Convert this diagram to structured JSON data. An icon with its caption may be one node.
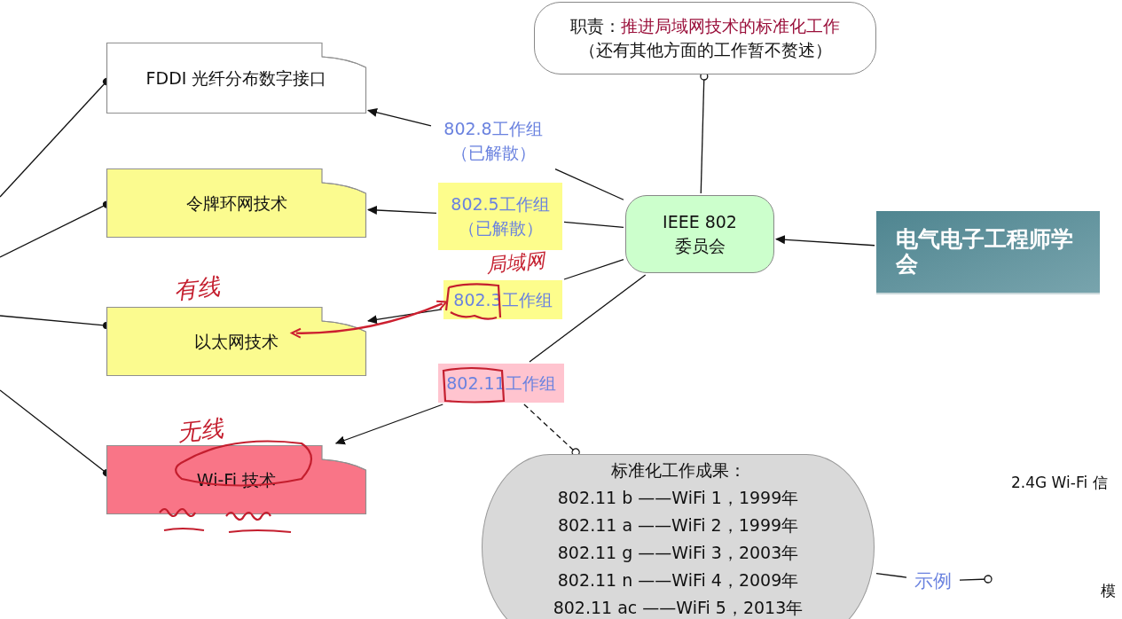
{
  "diagram": {
    "nodes": [
      {
        "text": [
          "职责：",
          "推进局域网技术的标准化工作",
          "（还有其他方面的工作暂不赘述）"
        ]
      },
      {
        "text": [
          "FDDI 光纤分布数字接口"
        ]
      },
      {
        "text": [
          "令牌环网技术"
        ]
      },
      {
        "text": [
          "以太网技术"
        ]
      },
      {
        "text": [
          "Wi-Fi 技术"
        ]
      },
      {
        "text": [
          "IEEE 802",
          "委员会"
        ]
      },
      {
        "text": [
          "电气电子工程师学会"
        ]
      },
      {
        "text": [
          "802.8工作组",
          "（已解散）"
        ]
      },
      {
        "text": [
          "802.5工作组",
          "（已解散）"
        ]
      },
      {
        "text": [
          "802.3工作组"
        ]
      },
      {
        "text": [
          "802.11工作组"
        ]
      },
      {
        "text": [
          "标准化工作成果：",
          "802.11 b ——WiFi 1，1999年",
          "802.11 a ——WiFi 2，1999年",
          "802.11 g ——WiFi 3，2003年",
          "802.11 n ——WiFi 4，2009年",
          "802.11 ac ——WiFi 5，2013年"
        ]
      },
      {
        "text": [
          "示例"
        ]
      }
    ],
    "edges": [
      {
        "from": null,
        "to": 1,
        "arrow": "other"
      },
      {
        "from": null,
        "to": 2,
        "arrow": "other"
      },
      {
        "from": null,
        "to": 3,
        "arrow": "other"
      },
      {
        "from": null,
        "to": 4,
        "arrow": "other"
      },
      {
        "from": 6,
        "to": 5,
        "arrow": "to"
      },
      {
        "from": 5,
        "to": 0,
        "arrow": "other"
      },
      {
        "from": 5,
        "to": 7,
        "arrow": "none"
      },
      {
        "from": 7,
        "to": 1,
        "arrow": "to"
      },
      {
        "from": 5,
        "to": 8,
        "arrow": "none"
      },
      {
        "from": 8,
        "to": 2,
        "arrow": "to"
      },
      {
        "from": 5,
        "to": 9,
        "arrow": "none"
      },
      {
        "from": 9,
        "to": 3,
        "arrow": "to"
      },
      {
        "from": 5,
        "to": 10,
        "arrow": "none"
      },
      {
        "from": 10,
        "to": 4,
        "arrow": "to"
      },
      {
        "from": 10,
        "to": 11,
        "arrow": "other",
        "style": "dashed"
      },
      {
        "from": 11,
        "to": 12,
        "arrow": "none"
      },
      {
        "from": 12,
        "to": null,
        "arrow": "other"
      },
      {
        "from": 9,
        "to": 3,
        "arrow": "both",
        "color": "#cc1f2f"
      }
    ],
    "labels": [
      "有线",
      "局域网",
      "无线",
      "2.4G Wi-Fi 信",
      "模"
    ]
  }
}
